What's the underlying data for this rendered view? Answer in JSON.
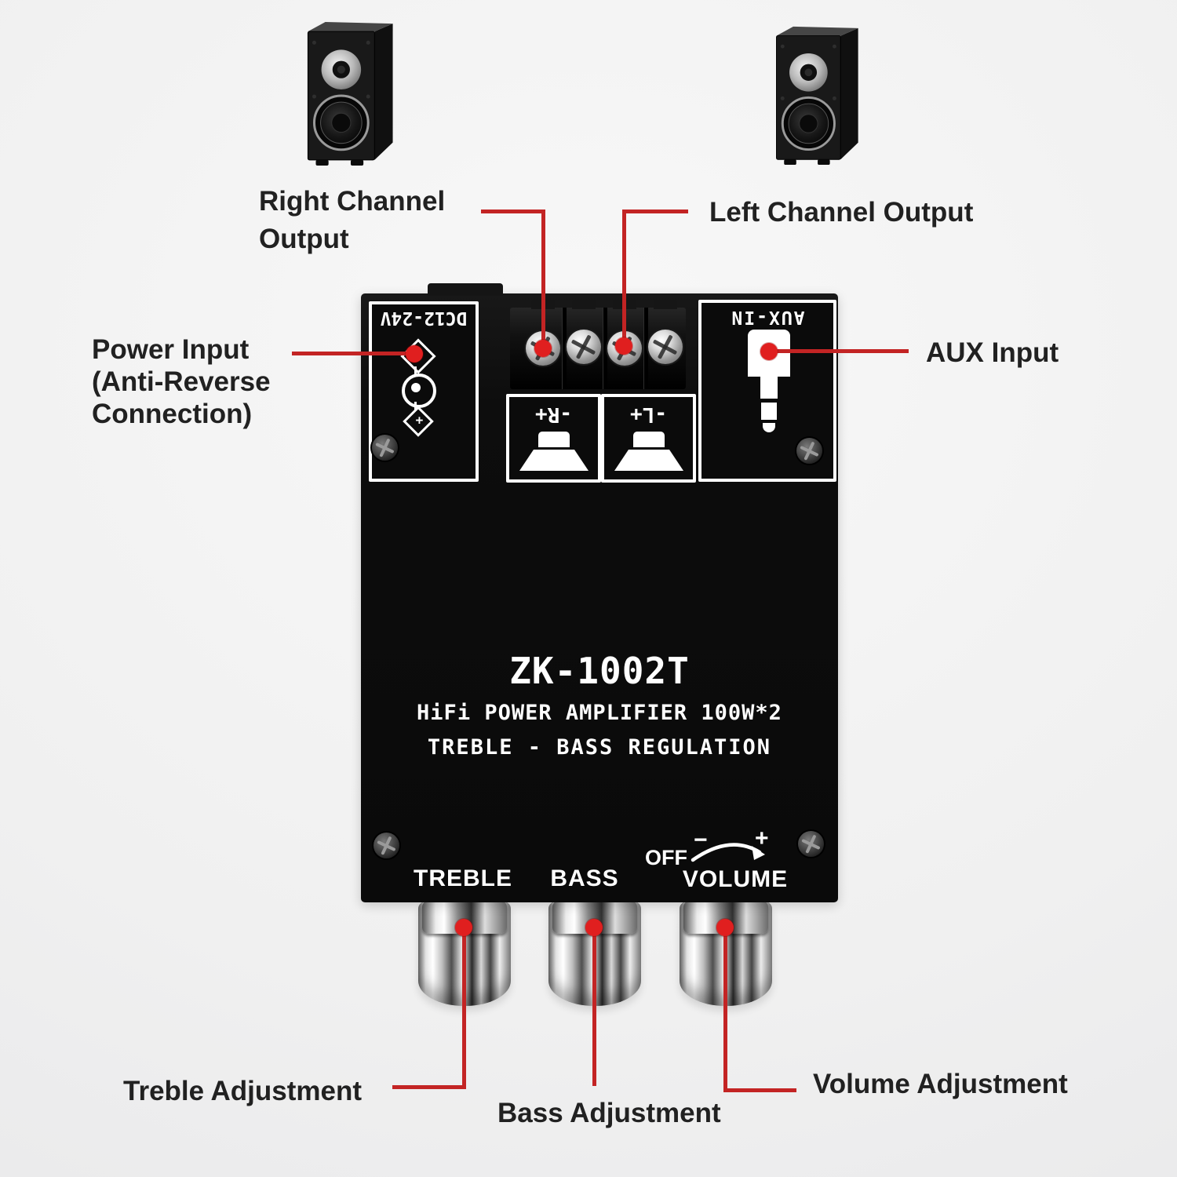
{
  "annotations": {
    "right_channel": {
      "line1": "Right Channel",
      "line2": "Output"
    },
    "left_channel": {
      "text": "Left Channel Output"
    },
    "power_input": {
      "line1": "Power Input",
      "line2": "(Anti-Reverse",
      "line3": "Connection)"
    },
    "aux_input": {
      "text": "AUX Input"
    },
    "treble": {
      "text": "Treble Adjustment"
    },
    "bass": {
      "text": "Bass Adjustment"
    },
    "volume": {
      "text": "Volume Adjustment"
    }
  },
  "board": {
    "model": "ZK-1002T",
    "subtitle_power": "HiFi POWER AMPLIFIER 100W*2",
    "subtitle_regulation": "TREBLE - BASS REGULATION",
    "dc_port_label": "DC12-24V",
    "aux_port_label": "AUX-IN",
    "right_output_label": "-R+",
    "left_output_label": "-L+",
    "polarity_plus": "+",
    "knob_labels": {
      "treble": "TREBLE",
      "bass": "BASS",
      "volume": "VOLUME"
    },
    "volume_markings": {
      "off": "OFF",
      "minus": "−",
      "plus": "+"
    }
  },
  "icons": {
    "speaker_image": "bookshelf-speaker",
    "jack": "audio-jack-plug-icon",
    "cone": "speaker-cone-icon",
    "screw": "screw-icon",
    "polarity": "dc-polarity-icon",
    "arc": "rotation-arrow-icon"
  },
  "colors": {
    "accent_red": "#c32424",
    "dot_red": "#e01f1f",
    "board_black": "#0d0d0d",
    "panel_border": "#ffffff",
    "label_text": "#212121",
    "board_text": "#ffffff"
  }
}
